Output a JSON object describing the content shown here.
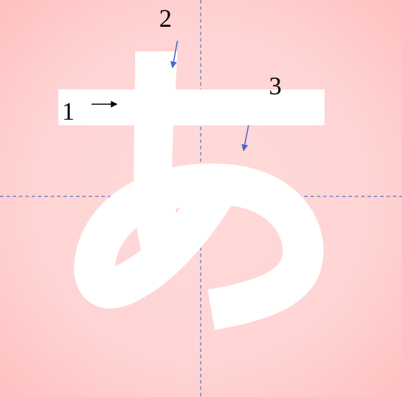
{
  "character": "あ",
  "stroke_numbers": [
    {
      "label": "1",
      "direction": "right"
    },
    {
      "label": "2",
      "direction": "down"
    },
    {
      "label": "3",
      "direction": "down"
    }
  ],
  "colors": {
    "background": "#ffd6d6",
    "background_edge": "#ffc0c0",
    "glyph": "#ffffff",
    "guide_line": "#5b6fc4",
    "arrow_black": "#000000",
    "arrow_blue": "#4a66c8",
    "number_text": "#000000"
  }
}
